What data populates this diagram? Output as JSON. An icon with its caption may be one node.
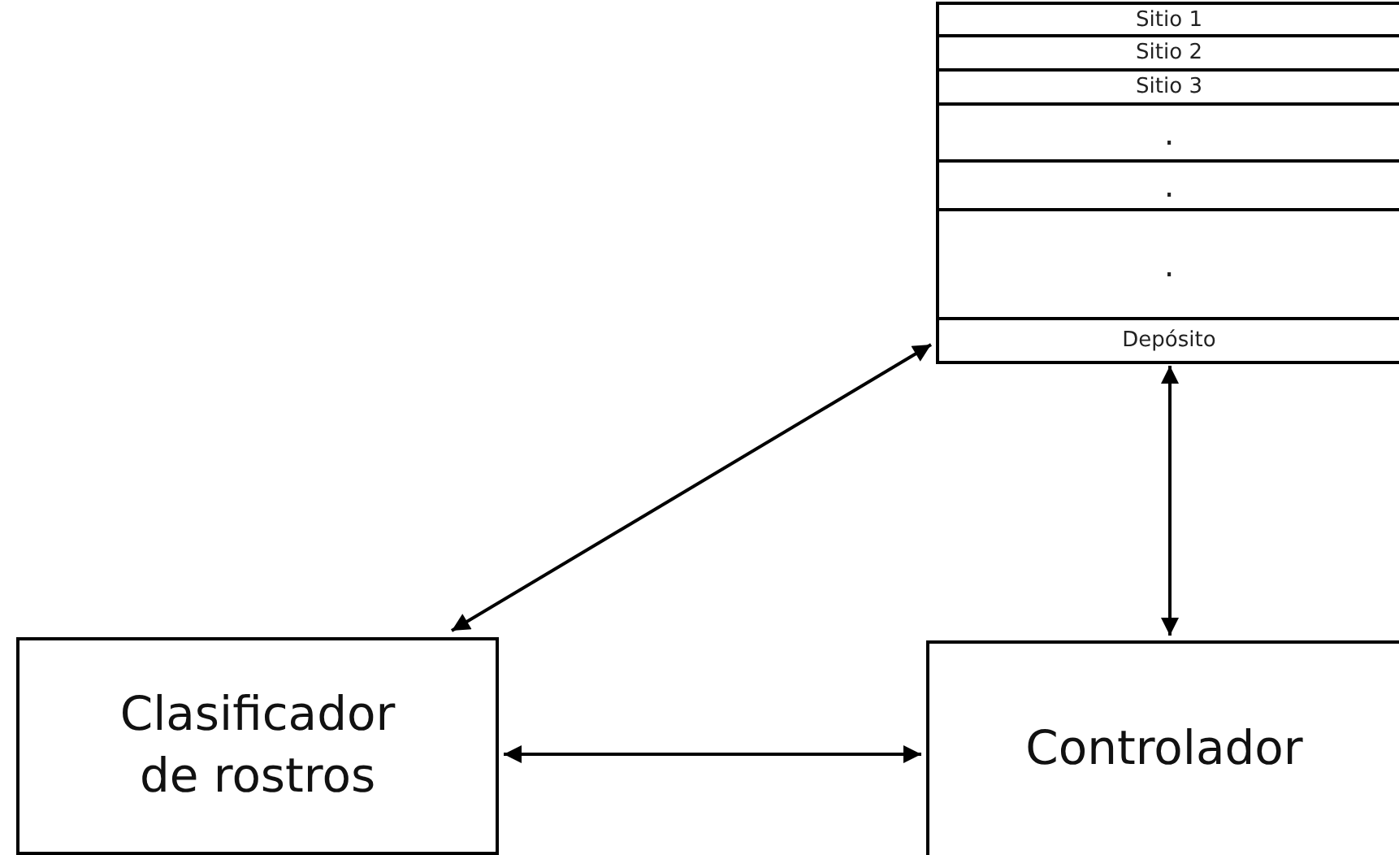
{
  "diagram": {
    "nodes": [
      {
        "text": [],
        "shape": "box"
      },
      {
        "text": [
          "Sitio 1"
        ],
        "in": 0
      },
      {
        "text": [
          "Sitio 2"
        ],
        "in": 0
      },
      {
        "text": [
          "Sitio 3"
        ],
        "in": 0
      },
      {
        "text": [
          "."
        ],
        "in": 0
      },
      {
        "text": [
          "."
        ],
        "in": 0
      },
      {
        "text": [
          "."
        ],
        "in": 0
      },
      {
        "text": [
          "Depósito"
        ],
        "in": 0
      },
      {
        "text": [
          "Clasificador de rostros"
        ]
      },
      {
        "text": [
          "Controlador"
        ]
      }
    ],
    "edges": [
      {
        "from": 8,
        "to": 0,
        "arrow": "both"
      },
      {
        "from": 7,
        "to": 9,
        "arrow": "both"
      },
      {
        "from": 8,
        "to": 9,
        "arrow": "both"
      }
    ]
  }
}
